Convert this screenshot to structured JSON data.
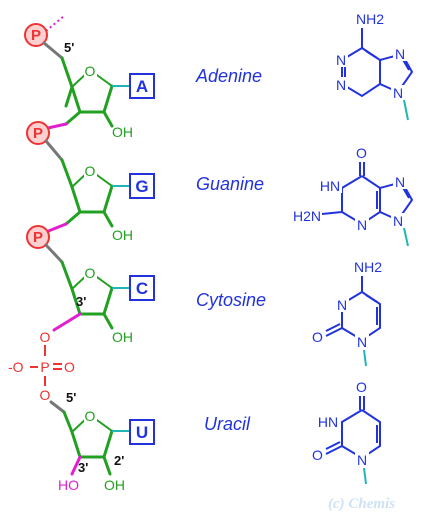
{
  "backbone": {
    "phosphate_symbol": "P",
    "prime_5": "5'",
    "prime_3": "3'",
    "prime_2": "2'",
    "hydroxyl": "OH",
    "ho": "HO",
    "ring_oxygen": "O"
  },
  "phosphodiester": {
    "neg_oxygen": "-O",
    "phosphorus": "P",
    "equals_oxygen": "O",
    "bridge_oxygen": "O"
  },
  "nucleotides": [
    {
      "letter": "A",
      "name": "Adenine"
    },
    {
      "letter": "G",
      "name": "Guanine"
    },
    {
      "letter": "C",
      "name": "Cytosine"
    },
    {
      "letter": "U",
      "name": "Uracil"
    }
  ],
  "structures": {
    "nh2": "NH2",
    "h2n": "H2N",
    "n": "N",
    "hn": "HN",
    "o": "O"
  },
  "copyright": "(c) Chemis",
  "colors": {
    "sugar": "#22a022",
    "base": "#2233dd",
    "phosphate": "#ee3333",
    "linkage": "#e020d0",
    "base_bond": "#20b6b6"
  }
}
